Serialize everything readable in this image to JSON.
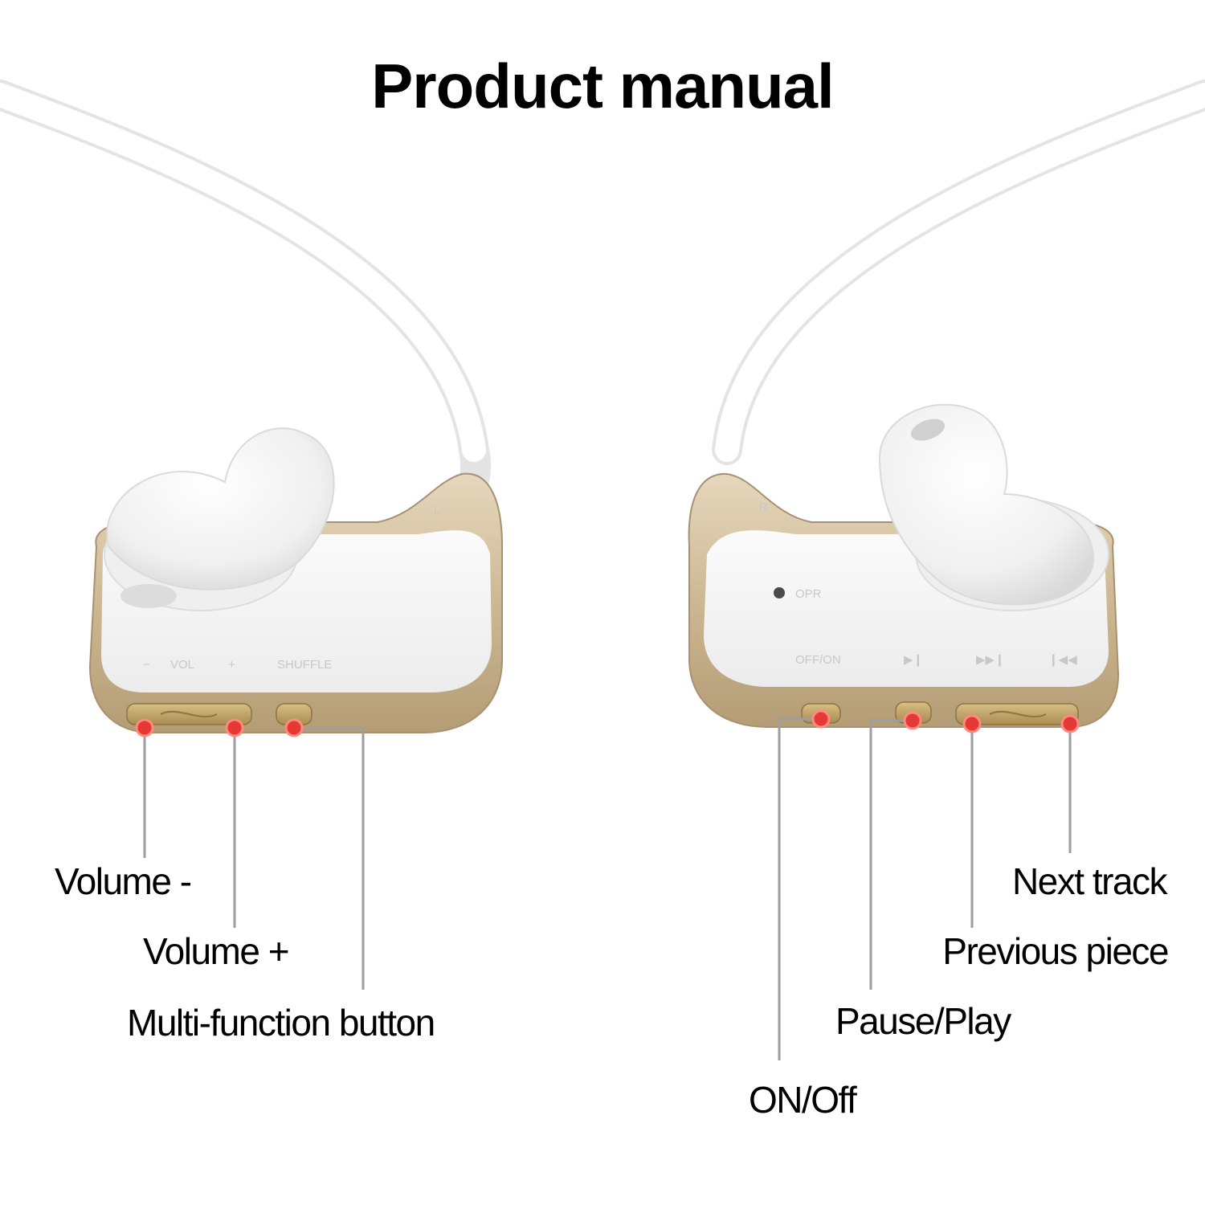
{
  "title": "Product manual",
  "left_earbud": {
    "imprint": {
      "vol": "VOL",
      "plus": "+",
      "minus": "−",
      "shuffle": "SHUFFLE",
      "side": "L"
    },
    "labels": {
      "volume_down": "Volume -",
      "volume_up": "Volume +",
      "multi_function": "Multi-function button"
    }
  },
  "right_earbud": {
    "imprint": {
      "opr": "OPR",
      "off_on": "OFF/ON",
      "side": "R"
    },
    "labels": {
      "next_track": "Next track",
      "previous_piece": "Previous piece",
      "pause_play": "Pause/Play",
      "on_off": "ON/Off"
    }
  },
  "colors": {
    "marker": "#e53935",
    "leader_line": "#9e9e9e",
    "shell_gold": "#cdb896",
    "body_white": "#f7f7f7"
  }
}
